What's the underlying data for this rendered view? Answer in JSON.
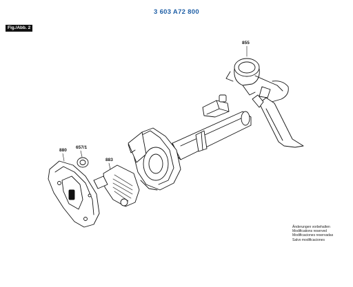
{
  "document_number": "3 603 A72 800",
  "figure_label": "Fig./Abb. 2",
  "parts": [
    {
      "id": "part-855",
      "number": "855"
    },
    {
      "id": "part-880",
      "number": "880"
    },
    {
      "id": "part-657-1",
      "number": "657/1"
    },
    {
      "id": "part-883",
      "number": "883"
    }
  ],
  "notice_lines": [
    "Änderungen vorbehalten",
    "Modifications reserved",
    "Modificaciones reservadas",
    "Salvo modificaciones"
  ]
}
